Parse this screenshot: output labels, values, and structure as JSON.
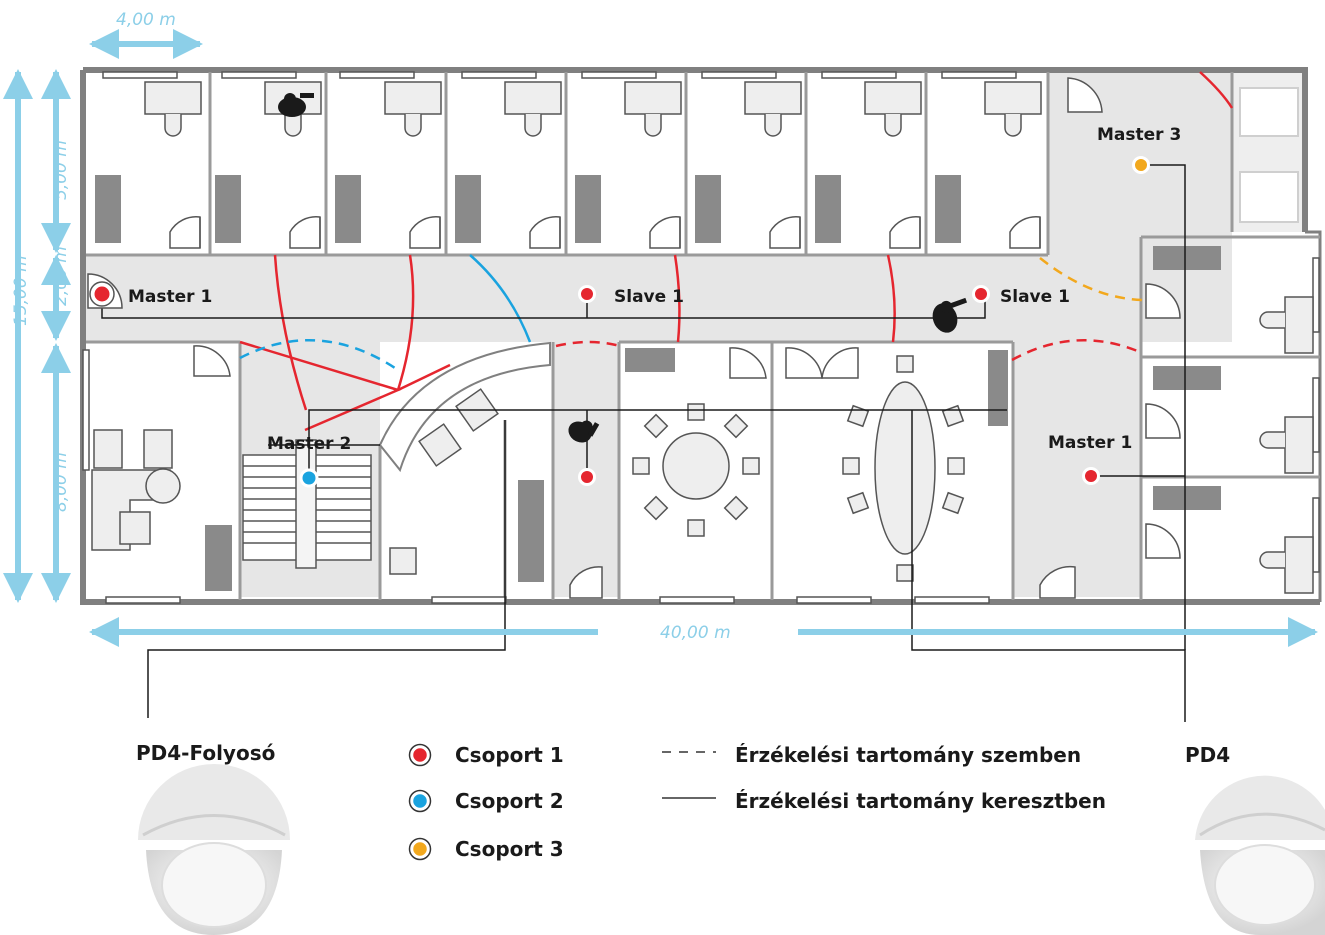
{
  "dimensions": {
    "top_width": "4,00 m",
    "bottom_width": "40,00 m",
    "side_total": "15,00 m",
    "side_upper": "5,00 m",
    "side_corridor": "2,00 m",
    "side_lower": "8,00 m"
  },
  "sensor_labels": {
    "master1_corridor": "Master 1",
    "slave1_a": "Slave 1",
    "slave1_b": "Slave 1",
    "master2": "Master 2",
    "master3": "Master 3",
    "master1_right": "Master 1"
  },
  "legend": {
    "groups": [
      {
        "label": "Csoport 1",
        "color": "#e5262f"
      },
      {
        "label": "Csoport 2",
        "color": "#1aa3df"
      },
      {
        "label": "Csoport 3",
        "color": "#f2a81d"
      }
    ],
    "line_types": [
      {
        "label": "Érzékelési tartomány szemben",
        "style": "dashed"
      },
      {
        "label": "Érzékelési tartomány keresztben",
        "style": "solid"
      }
    ]
  },
  "products": {
    "left": "PD4-Folyosó",
    "right": "PD4"
  },
  "colors": {
    "group1": "#e5262f",
    "group2": "#1aa3df",
    "group3": "#f2a81d",
    "wall": "#808080",
    "dimension": "#8ccfe8",
    "corridor": "#e6e6e6"
  }
}
